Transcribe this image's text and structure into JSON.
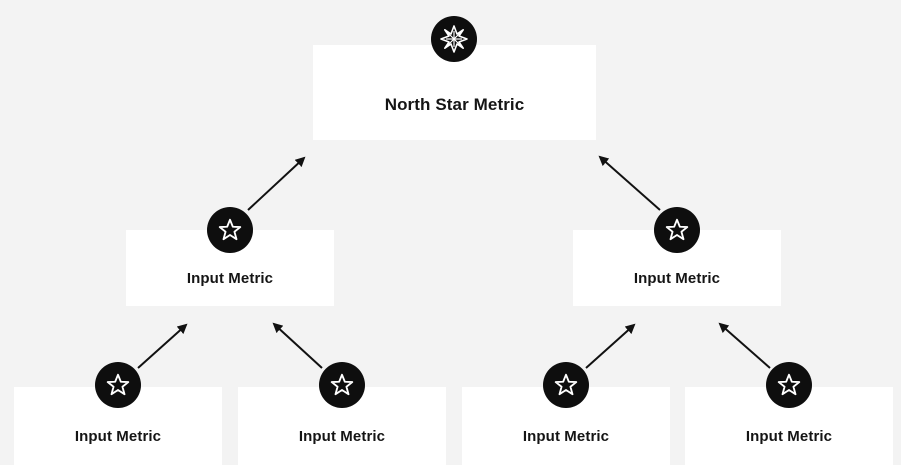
{
  "diagram": {
    "root": {
      "label": "North Star Metric",
      "icon": "compass-star-icon"
    },
    "level1": [
      {
        "label": "Input Metric",
        "icon": "star-outline-icon"
      },
      {
        "label": "Input Metric",
        "icon": "star-outline-icon"
      }
    ],
    "level2": [
      {
        "label": "Input Metric",
        "icon": "star-outline-icon"
      },
      {
        "label": "Input Metric",
        "icon": "star-outline-icon"
      },
      {
        "label": "Input Metric",
        "icon": "star-outline-icon"
      },
      {
        "label": "Input Metric",
        "icon": "star-outline-icon"
      }
    ],
    "colors": {
      "background": "#f3f3f3",
      "card": "#ffffff",
      "badge": "#0e0e0e",
      "arrow": "#111111",
      "text": "#151515"
    }
  }
}
